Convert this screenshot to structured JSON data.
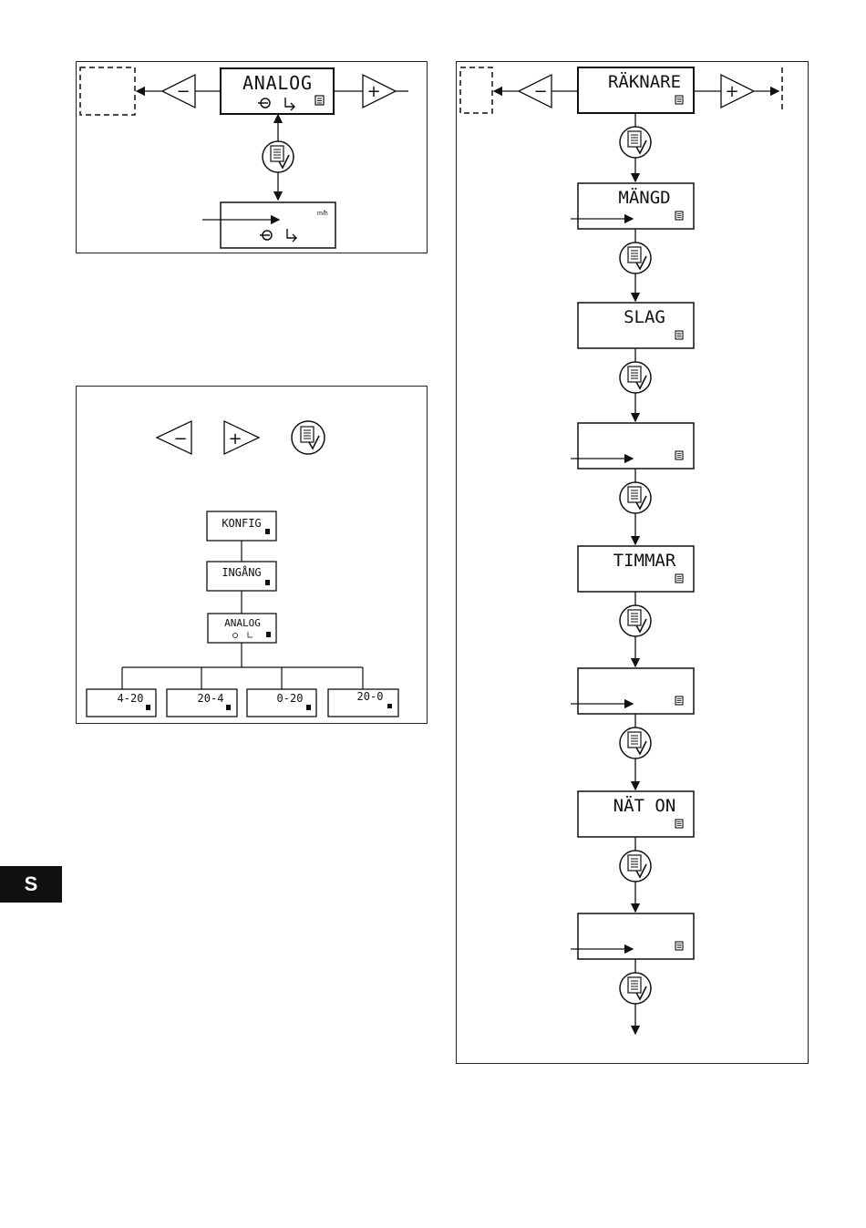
{
  "panel_analog": {
    "display_main": "ANALOG",
    "display_unit": "m/h"
  },
  "panel_menu": {
    "nodes": [
      "KONFIG",
      "INGÅNG",
      "ANALOG"
    ],
    "options": [
      "4-20",
      "20-4",
      "0-20",
      "20-0"
    ]
  },
  "panel_raknare": {
    "displays": [
      "RÄKNARE",
      "MÄNGD",
      "SLAG",
      "",
      "TIMMAR",
      "",
      "NÄT ON",
      ""
    ]
  },
  "side_tab": "S",
  "buttons": {
    "minus": "−",
    "plus": "+"
  }
}
